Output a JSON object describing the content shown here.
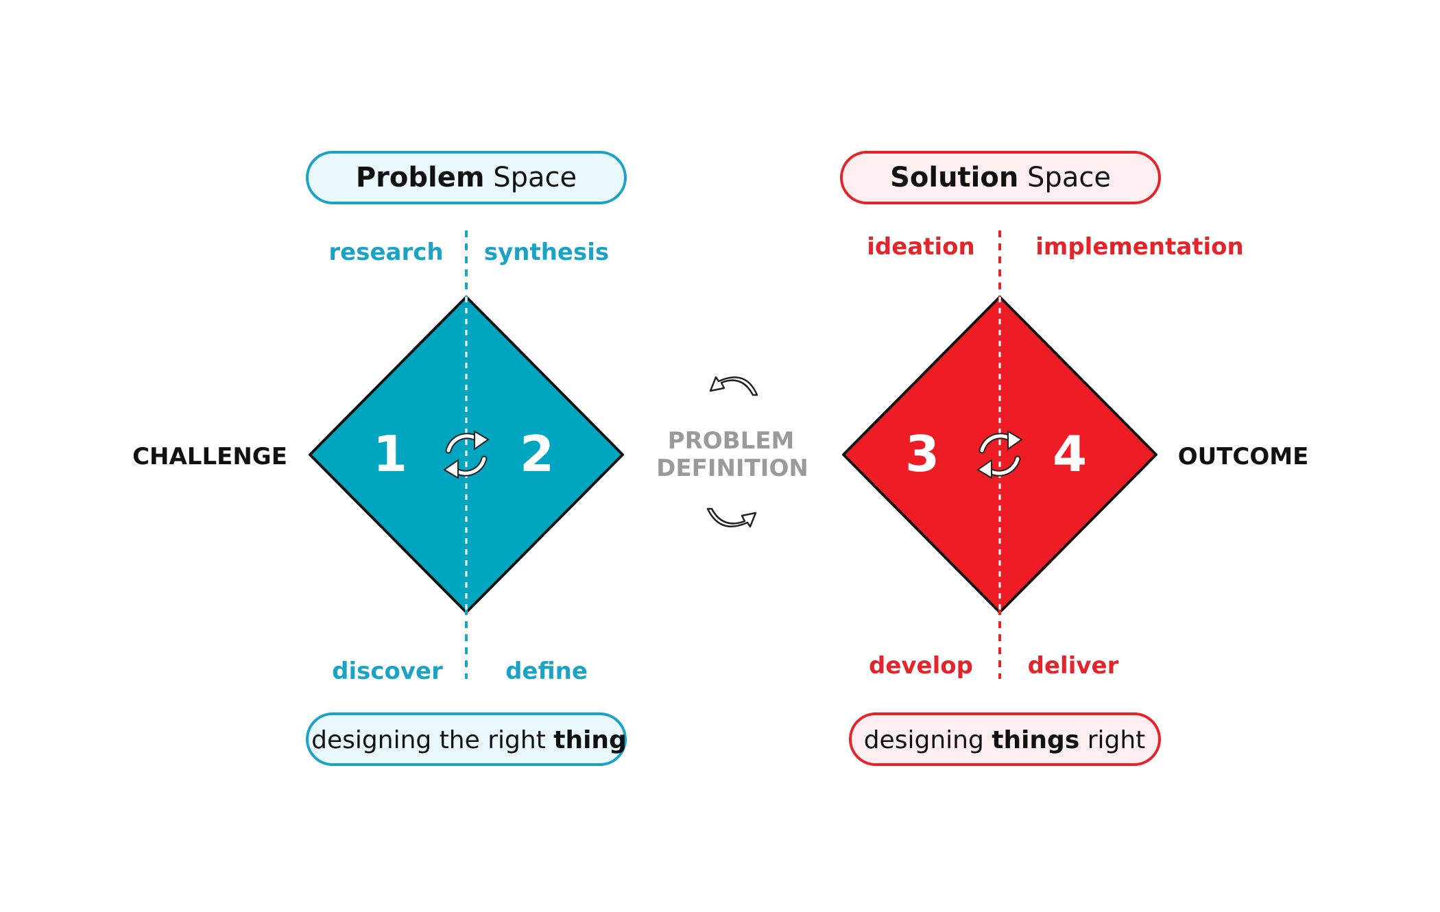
{
  "colors": {
    "problem": "#00a6bf",
    "problem_text": "#1ba3c6",
    "problem_pill_bg": "#e8f8fb",
    "solution": "#ee1c25",
    "solution_text": "#e3242b",
    "solution_pill_bg": "#fdeff0",
    "outline": "#111111",
    "center_text": "#9a9a9a",
    "side_text": "#111111"
  },
  "problem": {
    "header_bold": "Problem",
    "header_rest": " Space",
    "top_left": "research",
    "top_right": "synthesis",
    "bottom_left": "discover",
    "bottom_right": "define",
    "number_left": "1",
    "number_right": "2",
    "footer_pre": "designing the right ",
    "footer_bold": "thing"
  },
  "solution": {
    "header_bold": "Solution",
    "header_rest": " Space",
    "top_left": "ideation",
    "top_right": "implementation",
    "bottom_left": "develop",
    "bottom_right": "deliver",
    "number_left": "3",
    "number_right": "4",
    "footer_pre": "designing ",
    "footer_bold": "things",
    "footer_post": " right"
  },
  "left_label": "CHALLENGE",
  "right_label": "OUTCOME",
  "center": {
    "line1": "PROBLEM",
    "line2": "DEFINITION"
  },
  "icons": {
    "cycle": "refresh-cycle-icon",
    "arrow_top": "curved-arrow-left-icon",
    "arrow_bottom": "curved-arrow-right-icon"
  }
}
